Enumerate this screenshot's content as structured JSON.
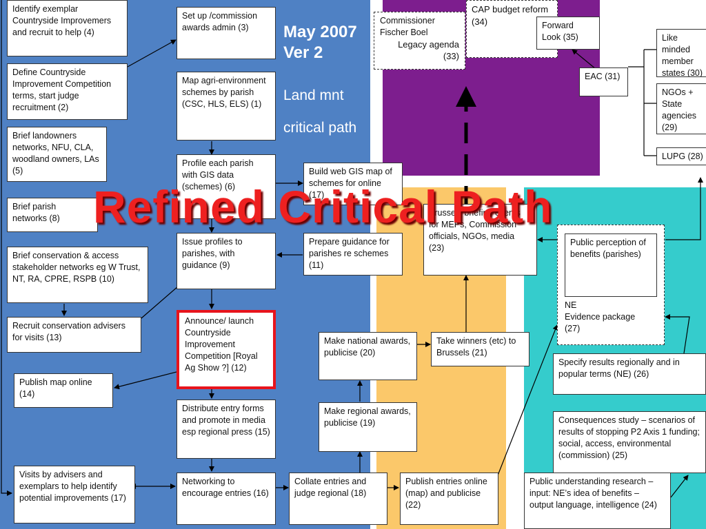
{
  "colors": {
    "blue_region": "#4f81c4",
    "purple_region": "#7d1e8e",
    "orange_region": "#fbc86a",
    "teal_region": "#35cccc",
    "title_red": "#ee2020",
    "highlight_border": "#e8141c"
  },
  "header": {
    "version_line1": "May 2007",
    "version_line2": "Ver 2",
    "subtitle_line1": "Land mnt",
    "subtitle_line2": "critical path"
  },
  "title_overlay": "Refined Critical Path",
  "nodes": {
    "n4": "Identify exemplar Countryside Improvemers and recruit to help (4)",
    "n2": "Define Countryside Improvement Competition terms, start judge recruitment (2)",
    "n5": "Brief landowners networks, NFU, CLA, woodland owners, LAs (5)",
    "n8": "Brief parish networks (8)",
    "n10": "Brief conservation & access stakeholder networks eg W Trust, NT, RA, CPRE, RSPB (10)",
    "n13": "Recruit conservation advisers for visits (13)",
    "n14": "Publish map online (14)",
    "n17": "Visits by advisers and exemplars to help identify potential improvements (17)",
    "n3": "Set up /commission awards admin (3)",
    "n1": "Map agri-environment schemes by parish (CSC, HLS, ELS) (1)",
    "n6": "Profile each parish with GIS data (schemes) (6)",
    "n9": "Issue profiles to parishes, with guidance (9)",
    "n12": "Announce/ launch Countryside Improvement Competition [Royal Ag Show ?] (12)",
    "n15": "Distribute entry forms and promote in media esp regional press (15)",
    "n16": "Networking to encourage entries (16)",
    "n7": "Build web GIS map of schemes for online (17)",
    "n11": "Prepare guidance for parishes re schemes (11)",
    "n20": "Make national awards, publicise (20)",
    "n19": "Make regional awards, publicise (19)",
    "n18": "Collate entries and judge regional (18)",
    "n22": "Publish entries online (map) and publicise (22)",
    "n21": "Take winners (etc) to Brussels (21)",
    "n23": "Brussels briefing events for MEPs, Commission officials, NGOs, media (23)",
    "commissioner": "Commissioner Fischer Boel",
    "legacy": "Legacy agenda (33)",
    "n34": "CAP budget reform (34)",
    "n35": "Forward Look (35)",
    "n31": "EAC (31)",
    "n30": "Like minded member states (30)",
    "n29": "NGOs + State agencies (29)",
    "n28": "LUPG (28)",
    "public_perception": "Public perception of benefits (parishes)",
    "evidence_ne": "NE",
    "evidence_package": "Evidence package (27)",
    "n26": "Specify results regionally and in popular terms (NE) (26)",
    "n25": "Consequences study – scenarios of results of stopping P2 Axis 1 funding; social, access, environmental (commission) (25)",
    "n24": "Public understanding research – input: NE’s idea of benefits – output language, intelligence (24)"
  }
}
